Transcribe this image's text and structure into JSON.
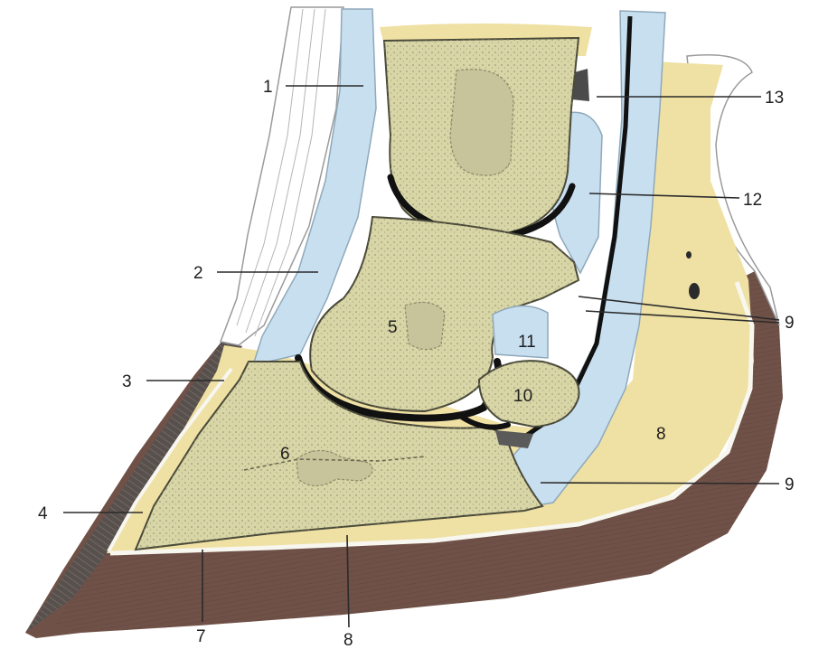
{
  "colors": {
    "bone": "#d8d5a6",
    "tendon": "#c8dff0",
    "cushion": "#efe0a3",
    "hoof": "#6f5148",
    "wall": "#58504c"
  },
  "labels": [
    {
      "text": "1"
    },
    {
      "text": "2"
    },
    {
      "text": "3"
    },
    {
      "text": "4"
    },
    {
      "text": "5"
    },
    {
      "text": "6"
    },
    {
      "text": "7"
    },
    {
      "text": "8"
    },
    {
      "text": "8"
    },
    {
      "text": "9"
    },
    {
      "text": "9"
    },
    {
      "text": "10"
    },
    {
      "text": "11"
    },
    {
      "text": "12"
    },
    {
      "text": "13"
    }
  ]
}
